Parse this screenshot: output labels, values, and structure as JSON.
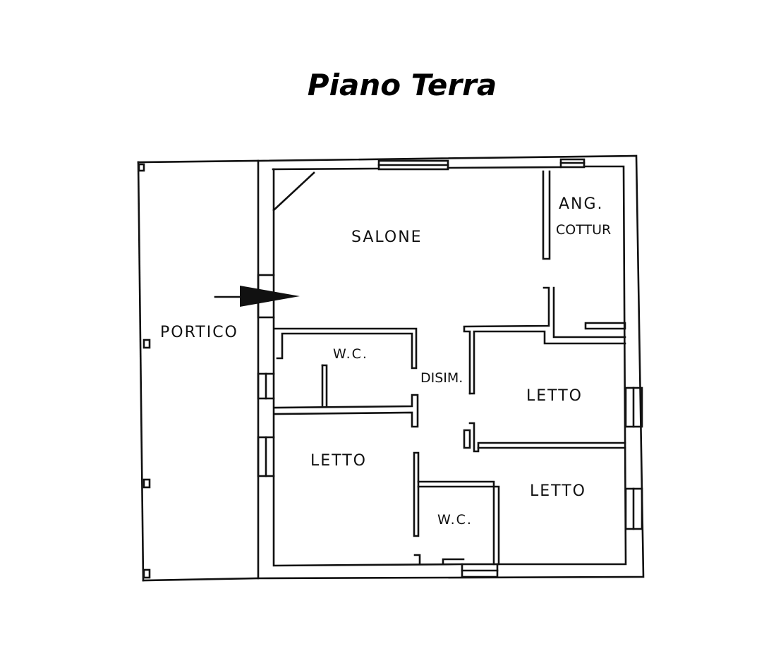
{
  "title": "Piano Terra",
  "rooms": {
    "salone": "SALONE",
    "angolo_cottura_1": "ANG.",
    "angolo_cottura_2": "COTTUR",
    "portico": "PORTICO",
    "wc_1": "W.C.",
    "disimpegno": "DISIM.",
    "letto_1": "LETTO",
    "letto_2": "LETTO",
    "letto_3": "LETTO",
    "wc_2": "W.C."
  }
}
